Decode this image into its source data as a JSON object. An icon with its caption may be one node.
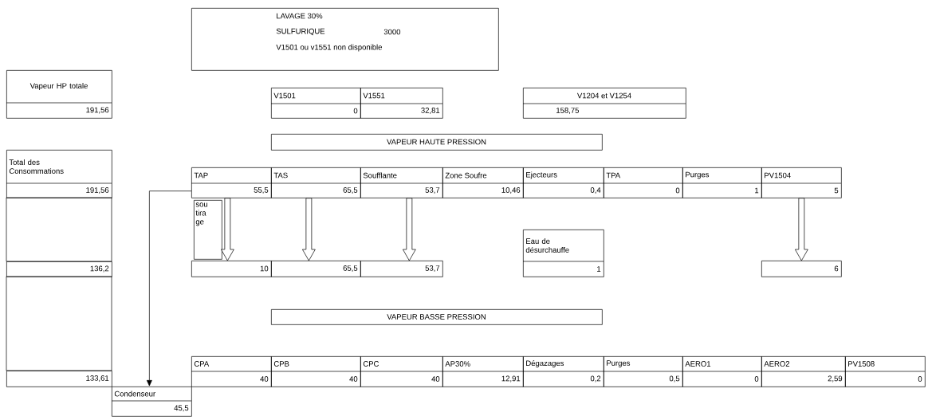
{
  "diagram": {
    "nodes": [
      {
        "text": [
          "LAVAGE 30%",
          "SULFURIQUE",
          "3000",
          "V1501 ou v1551 non disponible"
        ]
      },
      {
        "text": [
          "Vapeur HP totale",
          "191,56"
        ]
      },
      {
        "text": [
          "V1501",
          "0"
        ]
      },
      {
        "text": [
          "V1551",
          "32,81"
        ]
      },
      {
        "text": [
          "V1204 et V1254",
          "158,75"
        ]
      },
      {
        "text": [
          "VAPEUR HAUTE PRESSION"
        ]
      },
      {
        "text": [
          "Total des Consommations",
          "191,56"
        ]
      },
      {
        "text": [
          "TAP",
          "55,5"
        ]
      },
      {
        "text": [
          "TAS",
          "65,5"
        ]
      },
      {
        "text": [
          "Soufflante",
          "53,7"
        ]
      },
      {
        "text": [
          "Zone Soufre",
          "10,46"
        ]
      },
      {
        "text": [
          "Ejecteurs",
          "0,4"
        ]
      },
      {
        "text": [
          "TPA",
          "0"
        ]
      },
      {
        "text": [
          "Purges",
          "1"
        ]
      },
      {
        "text": [
          "PV1504",
          "5"
        ]
      },
      {
        "text": [
          "sou tira ge"
        ]
      },
      {
        "text": [
          "Eau de désurchauffe",
          "1"
        ]
      },
      {
        "text": [
          "136,2"
        ]
      },
      {
        "text": [
          "10"
        ]
      },
      {
        "text": [
          "65,5"
        ]
      },
      {
        "text": [
          "53,7"
        ]
      },
      {
        "text": [
          "6"
        ]
      },
      {
        "text": [
          "VAPEUR BASSE PRESSION"
        ]
      },
      {
        "text": [
          "CPA",
          "40"
        ]
      },
      {
        "text": [
          "CPB",
          "40"
        ]
      },
      {
        "text": [
          "CPC",
          "40"
        ]
      },
      {
        "text": [
          "AP30%",
          "12,91"
        ]
      },
      {
        "text": [
          "Dégazages",
          "0,2"
        ]
      },
      {
        "text": [
          "Purges",
          "0,5"
        ]
      },
      {
        "text": [
          "AERO1",
          "0"
        ]
      },
      {
        "text": [
          "AERO2",
          "2,59"
        ]
      },
      {
        "text": [
          "PV1508",
          "0"
        ]
      },
      {
        "text": [
          "133,61"
        ]
      },
      {
        "text": [
          "Condenseur",
          "45,5"
        ]
      }
    ],
    "edges": [
      {
        "from": 7,
        "to": 18,
        "arrow": "to"
      },
      {
        "from": 8,
        "to": 19,
        "arrow": "to"
      },
      {
        "from": 9,
        "to": 20,
        "arrow": "to"
      },
      {
        "from": 14,
        "to": 21,
        "arrow": "to"
      },
      {
        "from": 7,
        "to": 33,
        "arrow": "to"
      }
    ]
  }
}
